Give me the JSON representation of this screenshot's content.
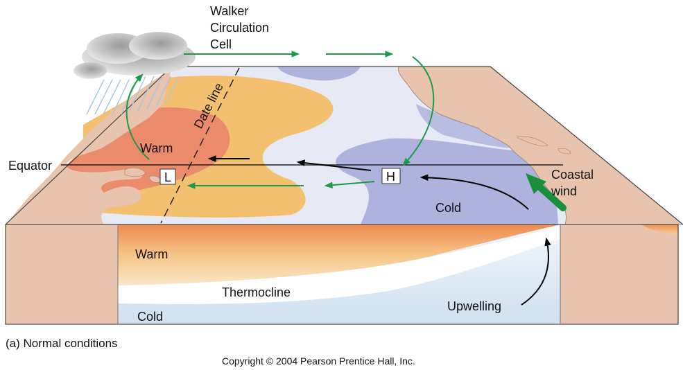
{
  "labels": {
    "walker_line1": "Walker",
    "walker_line2": "Circulation",
    "walker_line3": "Cell",
    "date_line": "Date line",
    "warm_surface": "Warm",
    "equator": "Equator",
    "low_pressure": "L",
    "high_pressure": "H",
    "coastal_line1": "Coastal",
    "coastal_line2": "wind",
    "cold_surface": "Cold",
    "warm_depth": "Warm",
    "thermocline": "Thermocline",
    "upwelling": "Upwelling",
    "cold_depth": "Cold",
    "caption": "(a) Normal conditions",
    "copyright": "Copyright © 2004 Pearson Prentice Hall, Inc."
  },
  "colors": {
    "land": "#e8c3ae",
    "ocean_surface": "#e7e9f5",
    "warm_pool": "#f3c070",
    "hot_core": "#ec8a6c",
    "cold_tongue": "#aeb2dc",
    "walker_arrows": "#1c9a4a",
    "wind_arrows": "#000000",
    "coastal_wind_arrow": "#1a8f3c"
  }
}
